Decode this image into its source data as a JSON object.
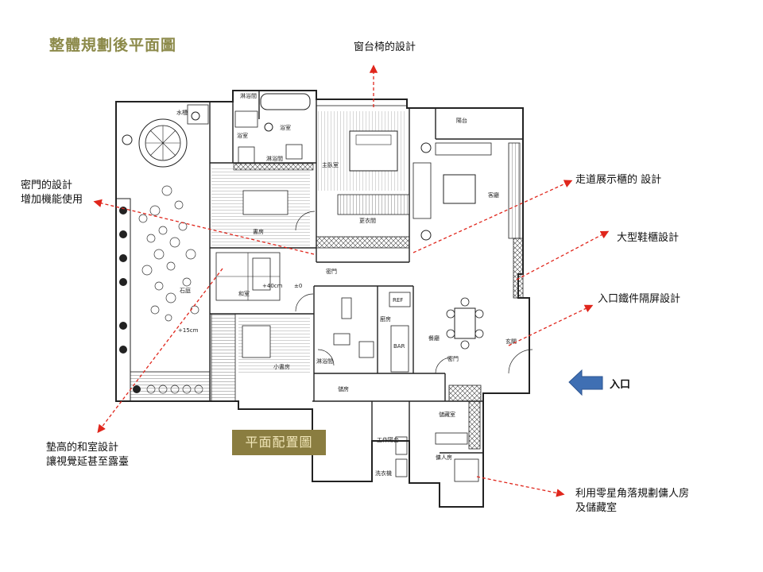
{
  "title": "整體規劃後平面圖",
  "plan_label": "平面配置圖",
  "annotations": {
    "window_seat": "窗台椅的設計",
    "corridor_cabinet": "走道展示櫃的 設計",
    "shoe_cabinet": "大型鞋櫃設計",
    "iron_screen": "入口鐵件隔屏設計",
    "hidden_door_l1": "密門的設計",
    "hidden_door_l2": "增加機能使用",
    "tatami_l1": "墊高的和室設計",
    "tatami_l2": "讓視覺延甚至露臺",
    "maid_room_l1": "利用零星角落規劃傭人房",
    "maid_room_l2": "及儲藏室"
  },
  "entrance": {
    "label": "入口",
    "arrow_color": "#3f6fb3"
  },
  "room_labels": {
    "balcony": "陽台",
    "living_room": "客廳",
    "master_bedroom": "主臥室",
    "dressing_room": "更衣間",
    "bath_a": "淋浴間",
    "bath_b": "浴室",
    "bath_c": "浴室",
    "shower": "淋浴間",
    "study": "書房",
    "tatami": "和室",
    "small_study": "小書房",
    "kitchen": "廚房",
    "dining": "餐廳",
    "bar": "BAR",
    "ref": "REF",
    "storage": "儲藏室",
    "maid_room": "傭人房",
    "utility": "工作陽台",
    "laundry": "洗衣機",
    "foyer": "玄關",
    "corridor": "儲房",
    "hidden_door_a": "密門",
    "hidden_door_b": "密門",
    "level_1": "+40cm",
    "level_2": "+15cm",
    "level_0": "±0",
    "rock": "石庭",
    "water": "水槽"
  },
  "colors": {
    "arrow": "#e0261c",
    "wall": "#222222",
    "title": "#8c8a4a",
    "tag_bg": "#8a7d40"
  }
}
